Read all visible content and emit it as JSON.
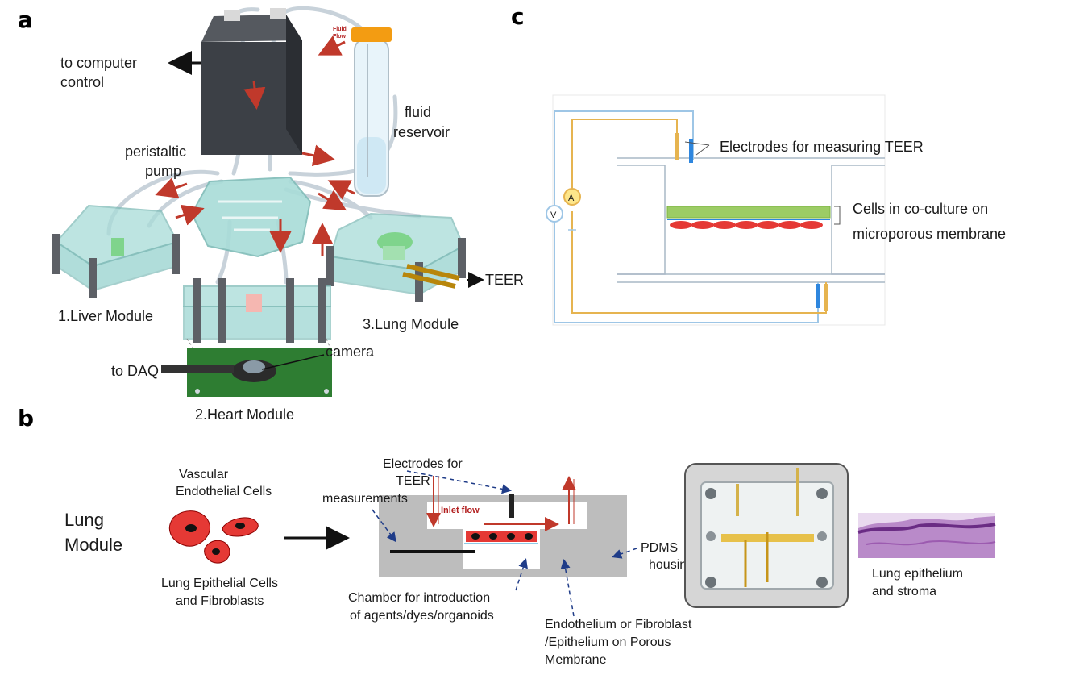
{
  "panels": {
    "a": "a",
    "b": "b",
    "c": "c"
  },
  "panel_a": {
    "to_computer_line1": "to computer",
    "to_computer_line2": "control",
    "fluid_flow_line1": "Fluid",
    "fluid_flow_line2": "Flow",
    "fluid_reservoir_line1": "fluid",
    "fluid_reservoir_line2": "reservoir",
    "peristaltic_line1": "peristaltic",
    "peristaltic_line2": "pump",
    "teer": "TEER",
    "liver_module": "1.Liver Module",
    "lung_module": "3.Lung Module",
    "heart_module": "2.Heart Module",
    "camera": "camera",
    "to_daq": "to DAQ"
  },
  "panel_b": {
    "lung_line1": "Lung",
    "lung_line2": "Module",
    "vascular_line1": "Vascular",
    "vascular_line2": "Endothelial Cells",
    "epithelial_line1": "Lung Epithelial Cells",
    "epithelial_line2": "and Fibroblasts",
    "electrodes_line1": "Electrodes for",
    "electrodes_line2": "TEER",
    "electrodes_line3": "measurements",
    "inlet_flow": "Inlet flow",
    "pdms_line1": "PDMS",
    "pdms_line2": "housing",
    "chamber_line1": "Chamber for introduction",
    "chamber_line2": "of agents/dyes/organoids",
    "endothelium_line1": "Endothelium or Fibroblast",
    "endothelium_line2": "/Epithelium on Porous",
    "endothelium_line3": "Membrane",
    "lung_epi_line1": "Lung epithelium",
    "lung_epi_line2": "and stroma"
  },
  "panel_c": {
    "electrodes": "Electrodes for measuring TEER",
    "cells_line1": "Cells in co-culture on",
    "cells_line2": "microporous membrane",
    "voltmeter": "V",
    "ammeter": "A"
  },
  "colors": {
    "tubing": "#c8d2da",
    "module_glass": "#a8dcd8",
    "flow_arrow": "#c0392b",
    "pump_body": "#3c4046",
    "pcb_green": "#2e7d32",
    "circuit_blue": "#9ec6e6",
    "circuit_gold": "#e6b450",
    "cell_green": "#9ccc65",
    "cell_red": "#e53935",
    "pdms_gray": "#bdbdbd",
    "histology_purple": "#9c5bb0"
  }
}
